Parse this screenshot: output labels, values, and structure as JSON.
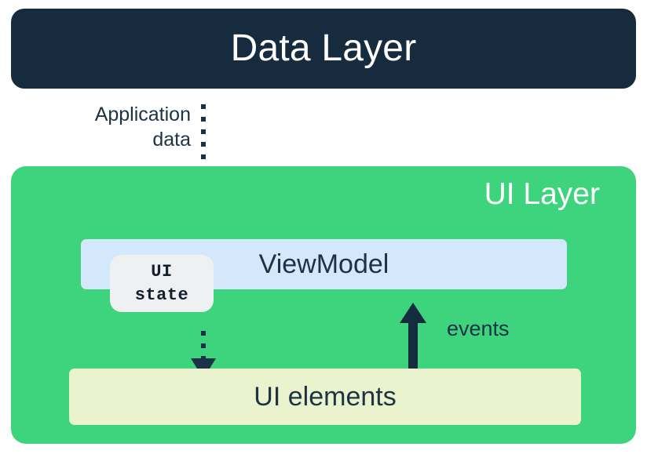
{
  "diagram": {
    "title": "Android app architecture - UI Layer and Data Layer",
    "background_color": "#ffffff",
    "data_layer": {
      "label": "Data Layer",
      "color": "#162b3d",
      "text_color": "#ffffff"
    },
    "ui_layer": {
      "label": "UI Layer",
      "color": "#3ed37d",
      "text_color": "#ffffff"
    },
    "viewmodel": {
      "label": "ViewModel",
      "color": "#d3e8fa",
      "text_color": "#1d3345"
    },
    "ui_state_chip": {
      "line1": "UI",
      "line2": "state",
      "color": "#eff0f1",
      "text_color": "#10202e"
    },
    "ui_elements": {
      "label": "UI elements",
      "color": "#eaf3cd",
      "text_color": "#1d3345"
    },
    "connectors": [
      {
        "name": "application-data",
        "label": "Application\ndata",
        "style": "dotted",
        "direction": "down",
        "from": "Data Layer",
        "to": "ViewModel",
        "color": "#1b3147"
      },
      {
        "name": "ui-state-flow",
        "label": "",
        "style": "dotted",
        "direction": "down",
        "from": "ViewModel",
        "to": "UI elements",
        "color": "#1b3147"
      },
      {
        "name": "events",
        "label": "events",
        "style": "solid",
        "direction": "up",
        "from": "UI elements",
        "to": "ViewModel",
        "color": "#152c3f"
      }
    ]
  }
}
